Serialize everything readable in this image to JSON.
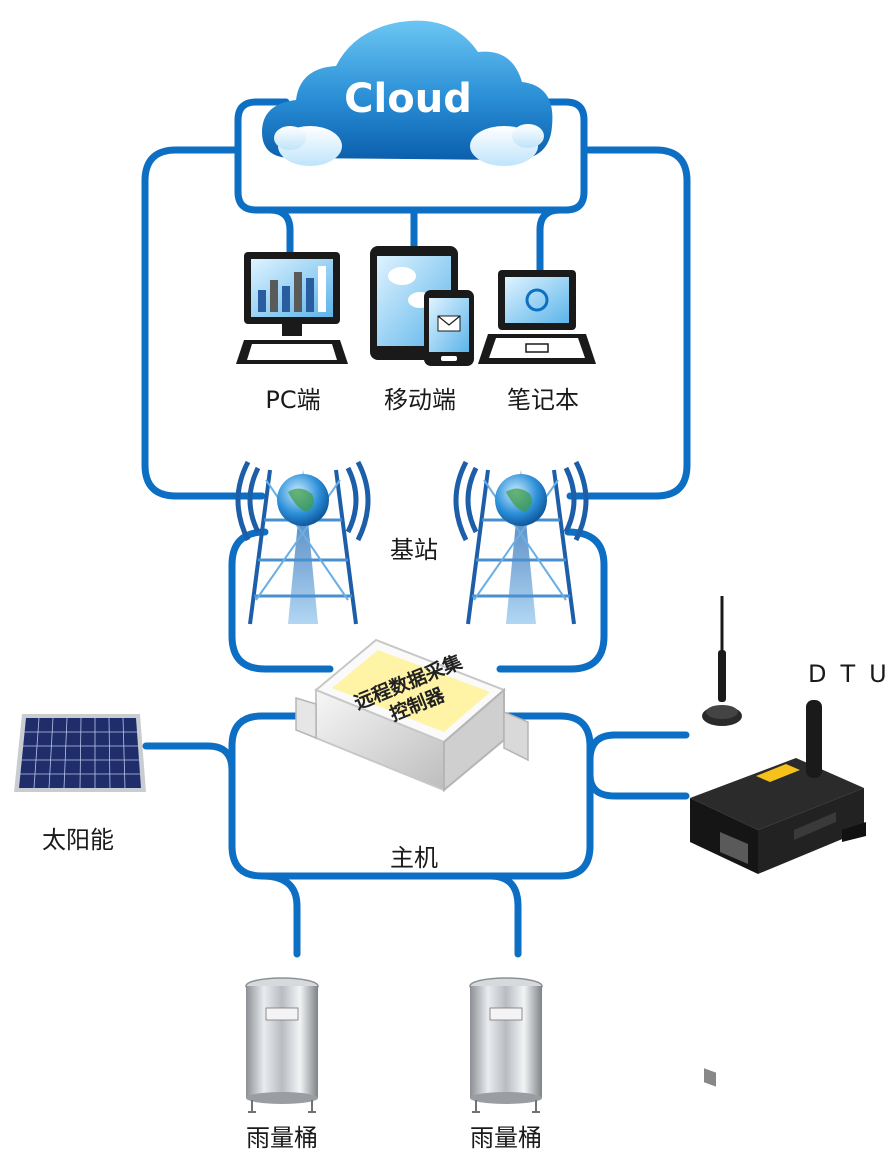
{
  "cloud": {
    "label": "Cloud"
  },
  "devices": {
    "pc": {
      "label": "PC端",
      "icon": "desktop-monitor-icon"
    },
    "mobile": {
      "label": "移动端",
      "icon": "tablet-phone-icon"
    },
    "laptop": {
      "label": "笔记本",
      "icon": "laptop-icon"
    }
  },
  "base_station": {
    "label": "基站",
    "icon": "radio-tower-icon"
  },
  "host": {
    "label": "主机",
    "box_text_line1": "远程数据采集",
    "box_text_line2": "控制器"
  },
  "solar": {
    "label": "太阳能",
    "icon": "solar-panel-icon"
  },
  "dtu": {
    "label": "DTU",
    "icon": "dtu-modem-icon"
  },
  "rain_gauges": [
    {
      "label": "雨量桶"
    },
    {
      "label": "雨量桶"
    }
  ],
  "colors": {
    "link_line": "#0d6fc4",
    "cloud_top": "#3aa6e8",
    "cloud_bottom": "#0b5fad",
    "controller_label_bg": "#fff3a6"
  }
}
